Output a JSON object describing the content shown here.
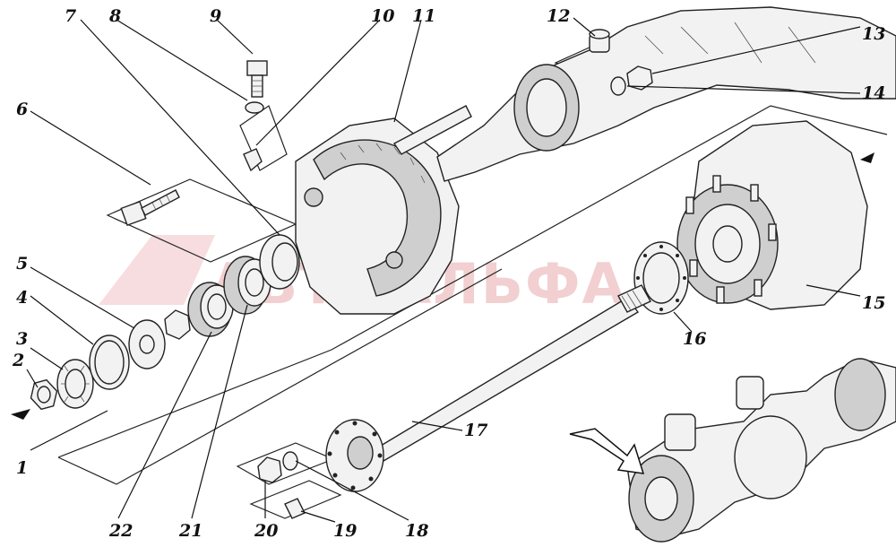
{
  "figure": {
    "watermark": "АВТОАЛЬФА",
    "accent_color": "#e8a8ad",
    "line_color": "#111111"
  },
  "callouts": [
    {
      "id": "c1",
      "label": "1"
    },
    {
      "id": "c2",
      "label": "2"
    },
    {
      "id": "c3",
      "label": "3"
    },
    {
      "id": "c4",
      "label": "4"
    },
    {
      "id": "c5",
      "label": "5"
    },
    {
      "id": "c6",
      "label": "6"
    },
    {
      "id": "c7",
      "label": "7"
    },
    {
      "id": "c8",
      "label": "8"
    },
    {
      "id": "c9",
      "label": "9"
    },
    {
      "id": "c10",
      "label": "10"
    },
    {
      "id": "c11",
      "label": "11"
    },
    {
      "id": "c12",
      "label": "12"
    },
    {
      "id": "c13",
      "label": "13"
    },
    {
      "id": "c14",
      "label": "14"
    },
    {
      "id": "c15",
      "label": "15"
    },
    {
      "id": "c16",
      "label": "16"
    },
    {
      "id": "c17",
      "label": "17"
    },
    {
      "id": "c18",
      "label": "18"
    },
    {
      "id": "c19",
      "label": "19"
    },
    {
      "id": "c20",
      "label": "20"
    },
    {
      "id": "c21",
      "label": "21"
    },
    {
      "id": "c22",
      "label": "22"
    }
  ]
}
